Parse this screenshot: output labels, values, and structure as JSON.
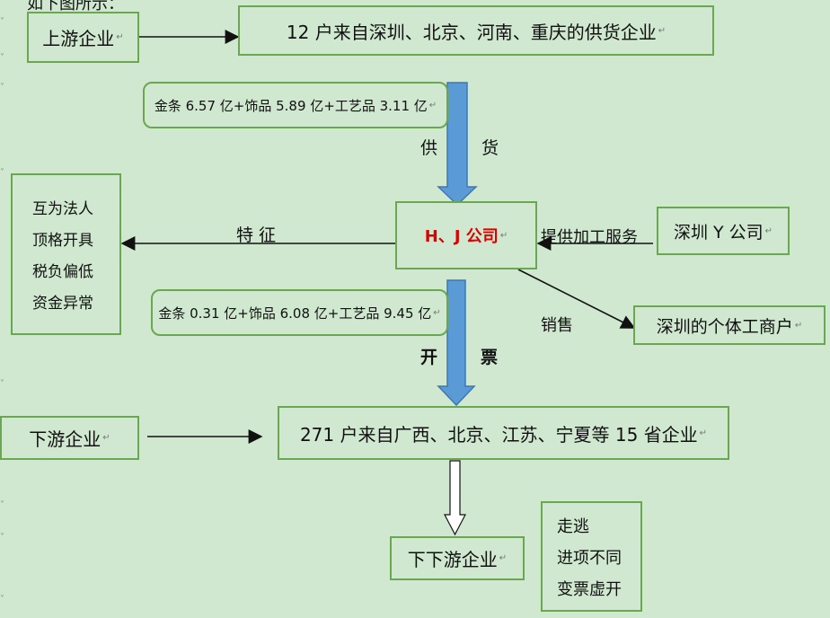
{
  "diagram": {
    "upstream_label": "上游企业",
    "suppliers": "12 户来自深圳、北京、河南、重庆的供货企业",
    "supply_amount": "金条 6.57 亿+饰品 5.89 亿+工艺品 3.11 亿",
    "supply_left": "供",
    "supply_right": "货",
    "center_company": "H、J 公司",
    "features_label": "特 征",
    "features": [
      "互为法人",
      "顶格开具",
      "税负偏低",
      "资金异常"
    ],
    "processing_service": "提供加工服务",
    "shenzhen_y": "深圳 Y 公司",
    "sales_label": "销售",
    "shenzhen_individual": "深圳的个体工商户",
    "invoice_amount": "金条 0.31 亿+饰品 6.08 亿+工艺品 9.45 亿",
    "invoice_left": "开",
    "invoice_right": "票",
    "downstream_label": "下游企业",
    "downstream_companies": "271 户来自广西、北京、江苏、宁夏等 15 省企业",
    "down_down_label": "下下游企业",
    "down_down_features": [
      "走逃",
      "进项不同",
      "变票虚开"
    ]
  }
}
